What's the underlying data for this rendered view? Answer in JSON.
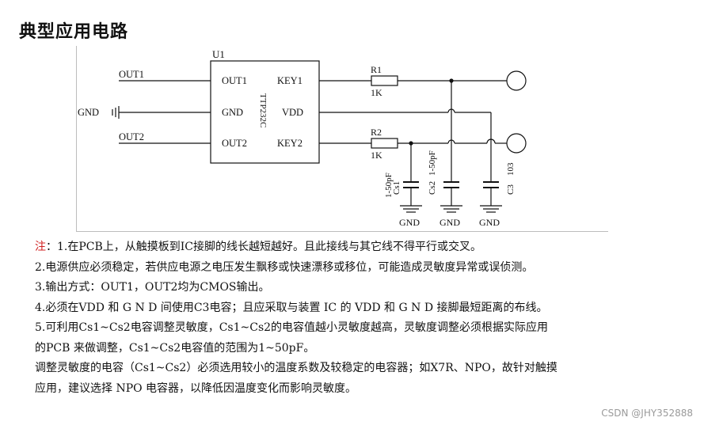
{
  "title": "典型应用电路",
  "schematic": {
    "chip_ref": "U1",
    "chip_part": "TTP232C",
    "pins_left": [
      "OUT1",
      "GND",
      "OUT2"
    ],
    "pins_right": [
      "KEY1",
      "VDD",
      "KEY2"
    ],
    "net_labels": [
      "OUT1",
      "GND",
      "OUT2"
    ],
    "r1": {
      "ref": "R1",
      "value": "1K"
    },
    "r2": {
      "ref": "R2",
      "value": "1K"
    },
    "cs1": {
      "ref": "Cs1",
      "value": "1-50pF"
    },
    "cs2": {
      "ref": "Cs2",
      "value": "1-50pF"
    },
    "c3": {
      "ref": "C3",
      "value": "103"
    },
    "gnd_label": "GND"
  },
  "notes": {
    "prefix": "注",
    "line1": "：1.在PCB上，从触摸板到IC接脚的线长越短越好。且此接线与其它线不得平行或交叉。",
    "line2": "2.电源供应必须稳定，若供应电源之电压发生飘移或快速漂移或移位，可能造成灵敏度异常或误侦测。",
    "line3": "3.输出方式：OUT1，OUT2均为CMOS输出。",
    "line4": "4.必须在VDD 和 G N D 间使用C3电容；且应采取与装置 IC 的 VDD 和 G N D 接脚最短距离的布线。",
    "line5": "5.可利用Cs1~Cs2电容调整灵敏度，Cs1~Cs2的电容值越小灵敏度越高，灵敏度调整必须根据实际应用",
    "line6": "的PCB 来做调整，Cs1~Cs2电容值的范围为1~50pF。",
    "line7": "调整灵敏度的电容（Cs1~Cs2）必须选用较小的温度系数及较稳定的电容器；如X7R、NPO，故针对触摸",
    "line8": "应用，建议选择 NPO 电容器，以降低因温度变化而影响灵敏度。"
  },
  "watermark": "CSDN @JHY352888"
}
